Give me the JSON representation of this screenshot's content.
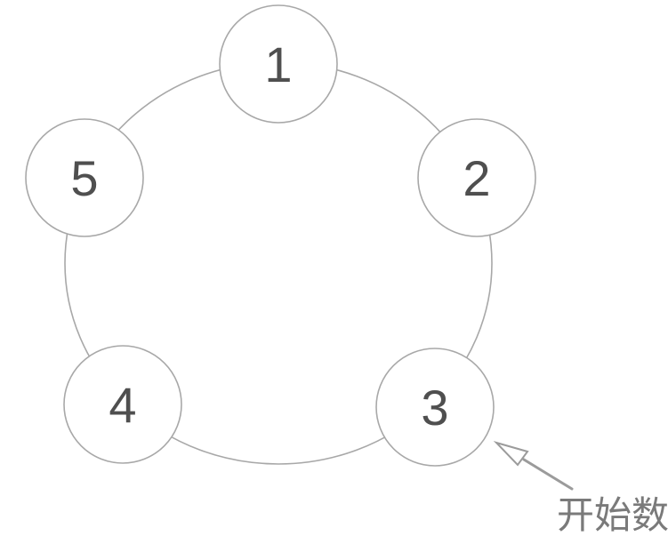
{
  "diagram": {
    "nodes": [
      {
        "label": "1"
      },
      {
        "label": "2"
      },
      {
        "label": "3"
      },
      {
        "label": "4"
      },
      {
        "label": "5"
      }
    ],
    "annotation": {
      "label": "开始数",
      "points_to_node": "3"
    },
    "colors": {
      "background": "#ffffff",
      "ring_stroke": "#a8a8a8",
      "node_fill": "#ffffff",
      "node_stroke": "#a8a8a8",
      "number_color": "#4f4f4f",
      "arrow_color": "#9b9b9b",
      "annotation_color": "#7a7a7a"
    }
  }
}
